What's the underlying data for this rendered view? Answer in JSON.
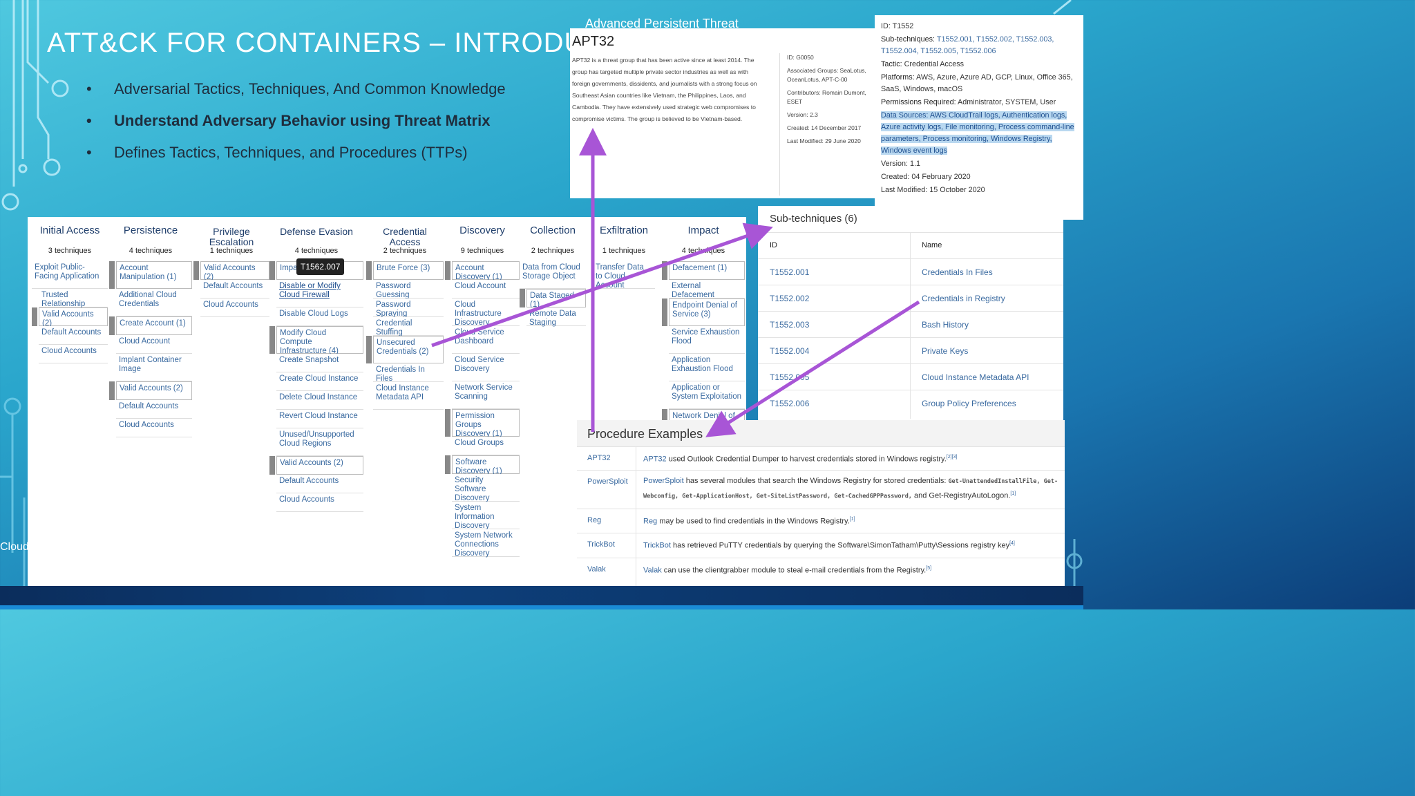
{
  "slide": {
    "title": "ATT&CK FOR CONTAINERS – INTRODUCTION",
    "bullets": [
      "Adversarial Tactics, Techniques, And Common Knowledge",
      "Understand Adversary Behavior using Threat Matrix",
      "Defines Tactics, Techniques, and Procedures (TTPs)"
    ],
    "footer": "Cloud"
  },
  "matrix": {
    "tooltip": "T1562.007",
    "columns": [
      {
        "name": "Initial Access",
        "count": "3 techniques",
        "cells": [
          "Exploit Public-Facing Application",
          "Trusted Relationship",
          "Valid Accounts (2)",
          "Default Accounts",
          "Cloud Accounts"
        ]
      },
      {
        "name": "Persistence",
        "count": "4 techniques",
        "cells": [
          "Account Manipulation (1)",
          "Additional Cloud Credentials",
          "Create Account (1)",
          "Cloud Account",
          "Implant Container Image",
          "Valid Accounts (2)",
          "Default Accounts",
          "Cloud Accounts"
        ]
      },
      {
        "name": "Privilege Escalation",
        "count": "1 techniques",
        "cells": [
          "Valid Accounts (2)",
          "Default Accounts",
          "Cloud Accounts"
        ]
      },
      {
        "name": "Defense Evasion",
        "count": "4 techniques",
        "cells": [
          "Impair Defenses",
          "Disable or Modify Cloud Firewall",
          "Disable Cloud Logs",
          "Modify Cloud Compute Infrastructure (4)",
          "Create Snapshot",
          "Create Cloud Instance",
          "Delete Cloud Instance",
          "Revert Cloud Instance",
          "Unused/Unsupported Cloud Regions",
          "Valid Accounts (2)",
          "Default Accounts",
          "Cloud Accounts"
        ]
      },
      {
        "name": "Credential Access",
        "count": "2 techniques",
        "cells": [
          "Brute Force (3)",
          "Password Guessing",
          "Password Spraying",
          "Credential Stuffing",
          "Unsecured Credentials (2)",
          "Credentials In Files",
          "Cloud Instance Metadata API"
        ]
      },
      {
        "name": "Discovery",
        "count": "9 techniques",
        "cells": [
          "Account Discovery (1)",
          "Cloud Account",
          "Cloud Infrastructure Discovery",
          "Cloud Service Dashboard",
          "Cloud Service Discovery",
          "Network Service Scanning",
          "Permission Groups Discovery (1)",
          "Cloud Groups",
          "Software Discovery (1)",
          "Security Software Discovery",
          "System Information Discovery",
          "System Network Connections Discovery"
        ]
      },
      {
        "name": "Collection",
        "count": "2 techniques",
        "cells": [
          "Data from Cloud Storage Object",
          "Data Staged (1)",
          "Remote Data Staging"
        ]
      },
      {
        "name": "Exfiltration",
        "count": "1 techniques",
        "cells": [
          "Transfer Data to Cloud Account"
        ]
      },
      {
        "name": "Impact",
        "count": "4 techniques",
        "cells": [
          "Defacement (1)",
          "External Defacement",
          "Endpoint Denial of Service (3)",
          "Service Exhaustion Flood",
          "Application Exhaustion Flood",
          "Application or System Exploitation",
          "Network Denial of Service"
        ]
      }
    ]
  },
  "apt": {
    "heading": "Advanced Persistent Threat",
    "title": "APT32",
    "description": "APT32 is a threat group that has been active since at least 2014. The group has targeted multiple private sector industries as well as with foreign governments, dissidents, and journalists with a strong focus on Southeast Asian countries like Vietnam, the Philippines, Laos, and Cambodia. They have extensively used strategic web compromises to compromise victims. The group is believed to be Vietnam-based.",
    "meta": [
      "ID: G0050",
      "Associated Groups: SeaLotus, OceanLotus, APT-C-00",
      "Contributors: Romain Dumont, ESET",
      "Version: 2.3",
      "Created: 14 December 2017",
      "Last Modified: 29 June 2020"
    ]
  },
  "technique": {
    "id": "ID: T1552",
    "subtech_label": "Sub-techniques:",
    "subtech_ids": "T1552.001, T1552.002, T1552.003, T1552.004, T1552.005, T1552.006",
    "tactic_label": "Tactic:",
    "tactic": "Credential Access",
    "platforms_label": "Platforms:",
    "platforms": "AWS, Azure, Azure AD, GCP, Linux, Office 365, SaaS, Windows, macOS",
    "permissions_label": "Permissions Required:",
    "permissions": "Administrator, SYSTEM, User",
    "data_sources_label": "Data Sources:",
    "data_sources": "AWS CloudTrail logs, Authentication logs, Azure activity logs, File monitoring, Process command-line parameters, Process monitoring, Windows Registry, Windows event logs",
    "version": "Version: 1.1",
    "created": "Created: 04 February 2020",
    "modified": "Last Modified: 15 October 2020"
  },
  "subtechniques": {
    "title": "Sub-techniques (6)",
    "col_id": "ID",
    "col_name": "Name",
    "rows": [
      {
        "id": "T1552.001",
        "name": "Credentials In Files"
      },
      {
        "id": "T1552.002",
        "name": "Credentials in Registry"
      },
      {
        "id": "T1552.003",
        "name": "Bash History"
      },
      {
        "id": "T1552.004",
        "name": "Private Keys"
      },
      {
        "id": "T1552.005",
        "name": "Cloud Instance Metadata API"
      },
      {
        "id": "T1552.006",
        "name": "Group Policy Preferences"
      }
    ]
  },
  "procedures": {
    "title": "Procedure Examples",
    "rows": [
      {
        "name": "APT32",
        "lead": "APT32",
        "text": " used Outlook Credential Dumper to harvest credentials stored in Windows registry.",
        "refs": "[2][3]"
      },
      {
        "name": "PowerSploit",
        "lead": "PowerSploit",
        "text": " has several modules that search the Windows Registry for stored credentials: ",
        "code": "Get-UnattendedInstallFile, Get-Webconfig, Get-ApplicationHost, Get-SiteListPassword, Get-CachedGPPPassword,",
        "tail": " and Get-RegistryAutoLogon.",
        "refs": "[1]"
      },
      {
        "name": "Reg",
        "lead": "Reg",
        "text": " may be used to find credentials in the Windows Registry.",
        "refs": "[1]"
      },
      {
        "name": "TrickBot",
        "lead": "TrickBot",
        "text": " has retrieved PuTTY credentials by querying the Software\\SimonTatham\\Putty\\Sessions registry key",
        "refs": "[4]"
      },
      {
        "name": "Valak",
        "lead": "Valak",
        "text": " can use the clientgrabber module to steal e-mail credentials from the Registry.",
        "refs": "[5]"
      }
    ]
  },
  "colors": {
    "arrow": "#a855d6",
    "accent_bg": "#2aa6cc",
    "link": "#3a6aa0"
  }
}
